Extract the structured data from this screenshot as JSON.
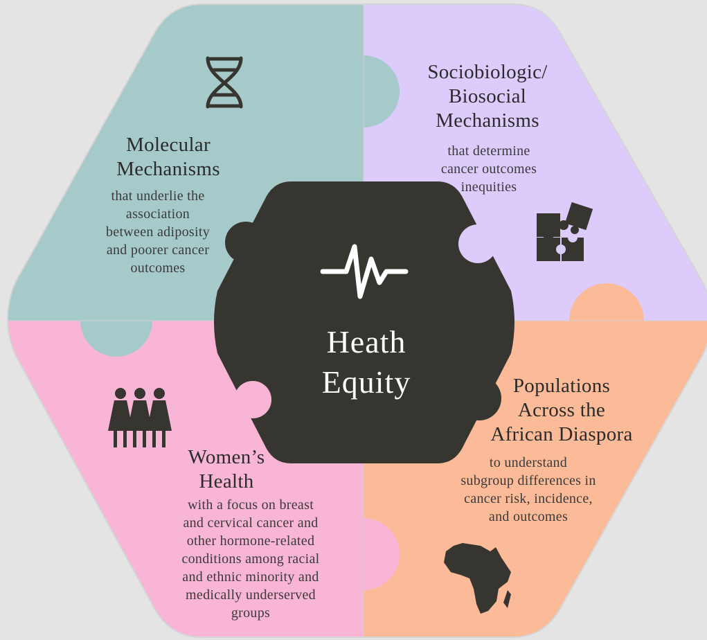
{
  "center": {
    "title_line1": "Heath",
    "title_line2": "Equity",
    "icon": "heartbeat-pulse-icon"
  },
  "quadrants": {
    "molecular": {
      "title_line1": "Molecular",
      "title_line2": "Mechanisms",
      "desc": [
        "that underlie the",
        "association",
        "between adiposity",
        "and poorer cancer",
        "outcomes"
      ],
      "icon": "dna-icon",
      "color": "#a6c9ca"
    },
    "sociobiologic": {
      "title_line1": "Sociobiologic/",
      "title_line2": "Biosocial",
      "title_line3": "Mechanisms",
      "desc": [
        "that determine",
        "cancer outcomes",
        "inequities"
      ],
      "icon": "puzzle-pieces-icon",
      "color": "#dccbfb"
    },
    "womens_health": {
      "title_line1": "Women’s",
      "title_line2": "Health",
      "desc": [
        "with a focus on breast",
        "and cervical cancer and",
        "other hormone-related",
        "conditions among racial",
        "and ethnic minority and",
        "medically underserved",
        "groups"
      ],
      "icon": "three-women-icon",
      "color": "#f9b5d5"
    },
    "populations": {
      "title_line1": "Populations",
      "title_line2": "Across the",
      "title_line3": "African Diaspora",
      "desc": [
        "to understand",
        "subgroup differences in",
        "cancer risk, incidence,",
        "and outcomes"
      ],
      "icon": "africa-map-icon",
      "color": "#fcbb98"
    }
  },
  "colors": {
    "center": "#363530",
    "icon": "#363530",
    "background": "#e4e4e4"
  }
}
